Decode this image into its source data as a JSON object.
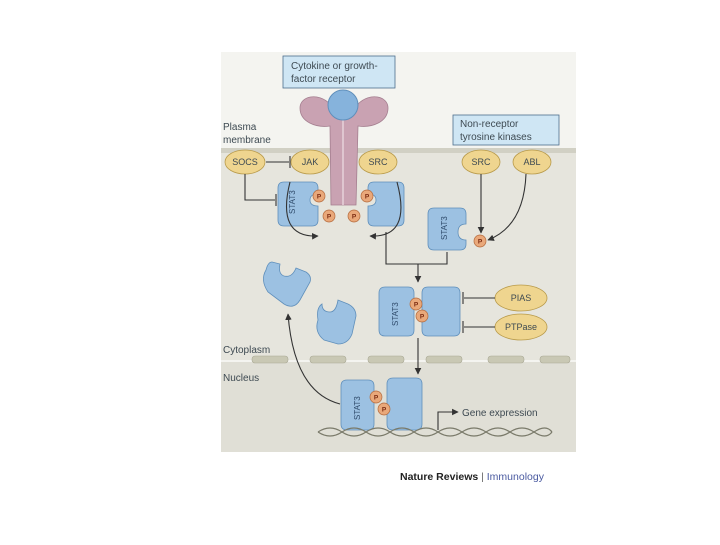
{
  "labels": {
    "receptor": [
      "Cytokine or growth-",
      "factor receptor"
    ],
    "kinases": [
      "Non-receptor",
      "tyrosine kinases"
    ],
    "membrane": [
      "Plasma",
      "membrane"
    ],
    "cytoplasm": "Cytoplasm",
    "nucleus": "Nucleus",
    "gene_expression": "Gene expression"
  },
  "molecules": {
    "socs": "SOCS",
    "jak": "JAK",
    "src": "SRC",
    "abl": "ABL",
    "pias": "PIAS",
    "ptpase": "PTPase",
    "stat3": "STAT3",
    "phosphate": "P"
  },
  "credit": {
    "journal": "Nature Reviews",
    "section": "Immunology"
  },
  "colors": {
    "receptor": "#c9a2b2",
    "ligand": "#86b3dc",
    "stat3": "#9cc1e2",
    "kinase": "#efd58f",
    "phosphate": "#e9a87a",
    "label_box": "#cfe6f4",
    "cytoplasm": "#e6e5dd",
    "nucleus": "#e0dfd6",
    "credit_section": "#4a5aa0"
  }
}
